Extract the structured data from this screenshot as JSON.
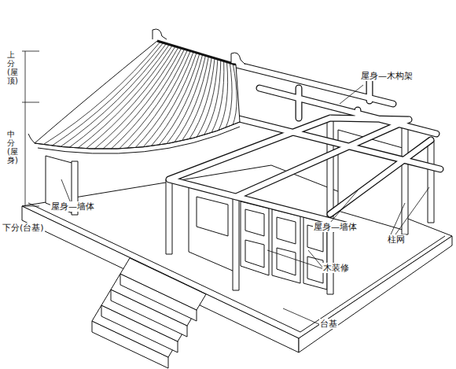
{
  "diagram": {
    "labels": [
      "上分(屋顶)",
      "中分(屋身)",
      "下分(台基)",
      "屋身—墙体",
      "屋身—木构架",
      "屋身—墙体",
      "柱网",
      "木装修",
      "台基"
    ]
  }
}
